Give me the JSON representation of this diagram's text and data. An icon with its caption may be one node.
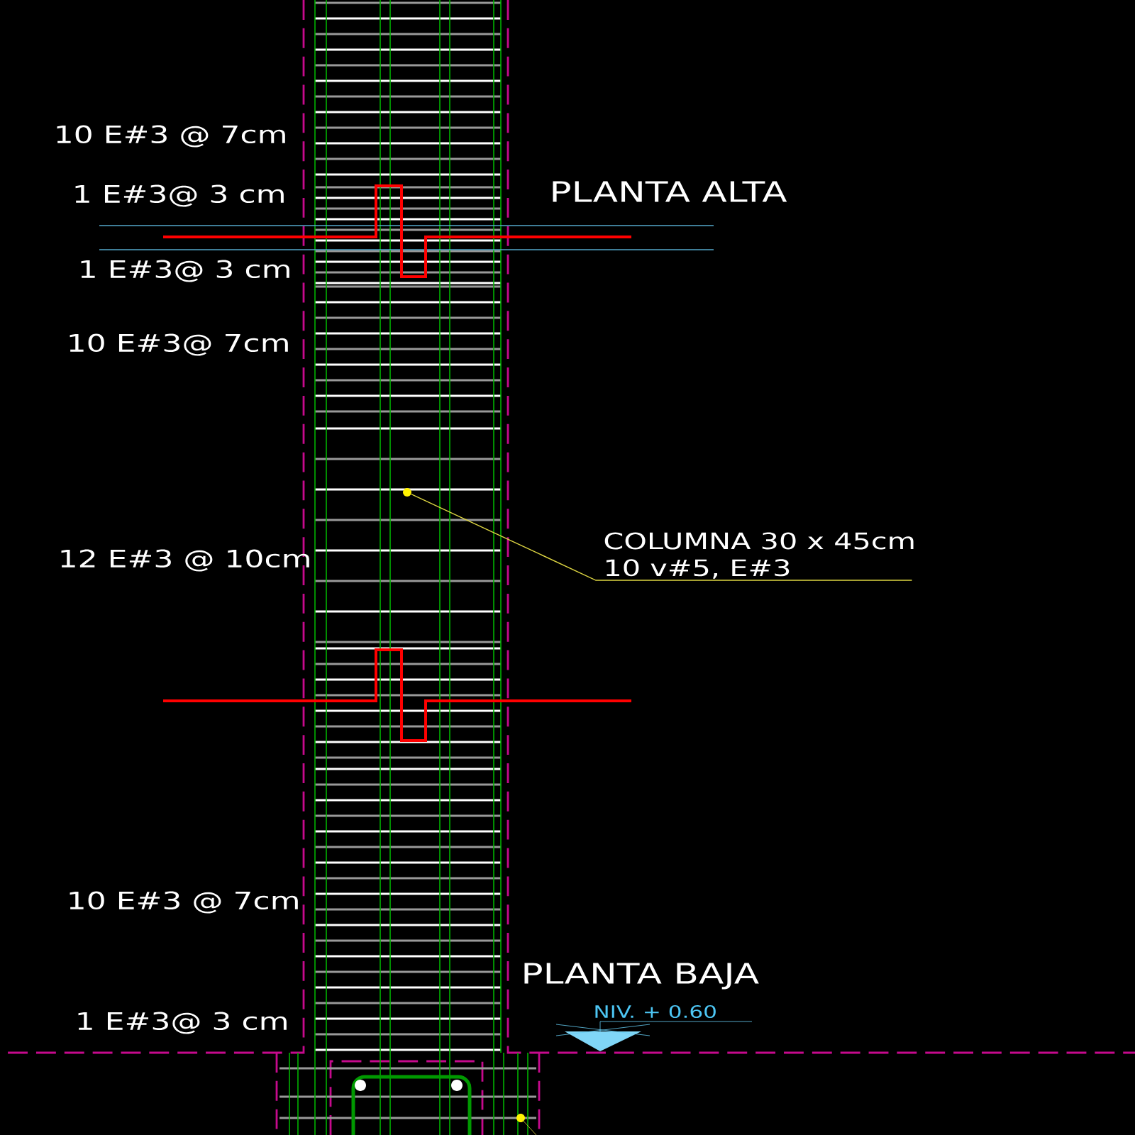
{
  "diagram": {
    "nodes": [
      {
        "text": [
          "COLUMNA 30 x 45cm",
          "10 v#5, E#3"
        ]
      },
      {
        "text": [],
        "shape": "circle"
      }
    ],
    "edges": [
      {
        "from": 0,
        "to": 1,
        "arrow": "none"
      }
    ],
    "labels": [
      "10 E#3 @ 7cm",
      "1 E#3@ 3 cm",
      "PLANTA ALTA",
      "1 E#3@ 3 cm",
      "10 E#3@ 7cm",
      "12 E#3 @ 10cm",
      "10 E#3 @ 7cm",
      "PLANTA BAJA",
      "1 E#3@ 3 cm",
      "NIV. + 0.60"
    ]
  }
}
